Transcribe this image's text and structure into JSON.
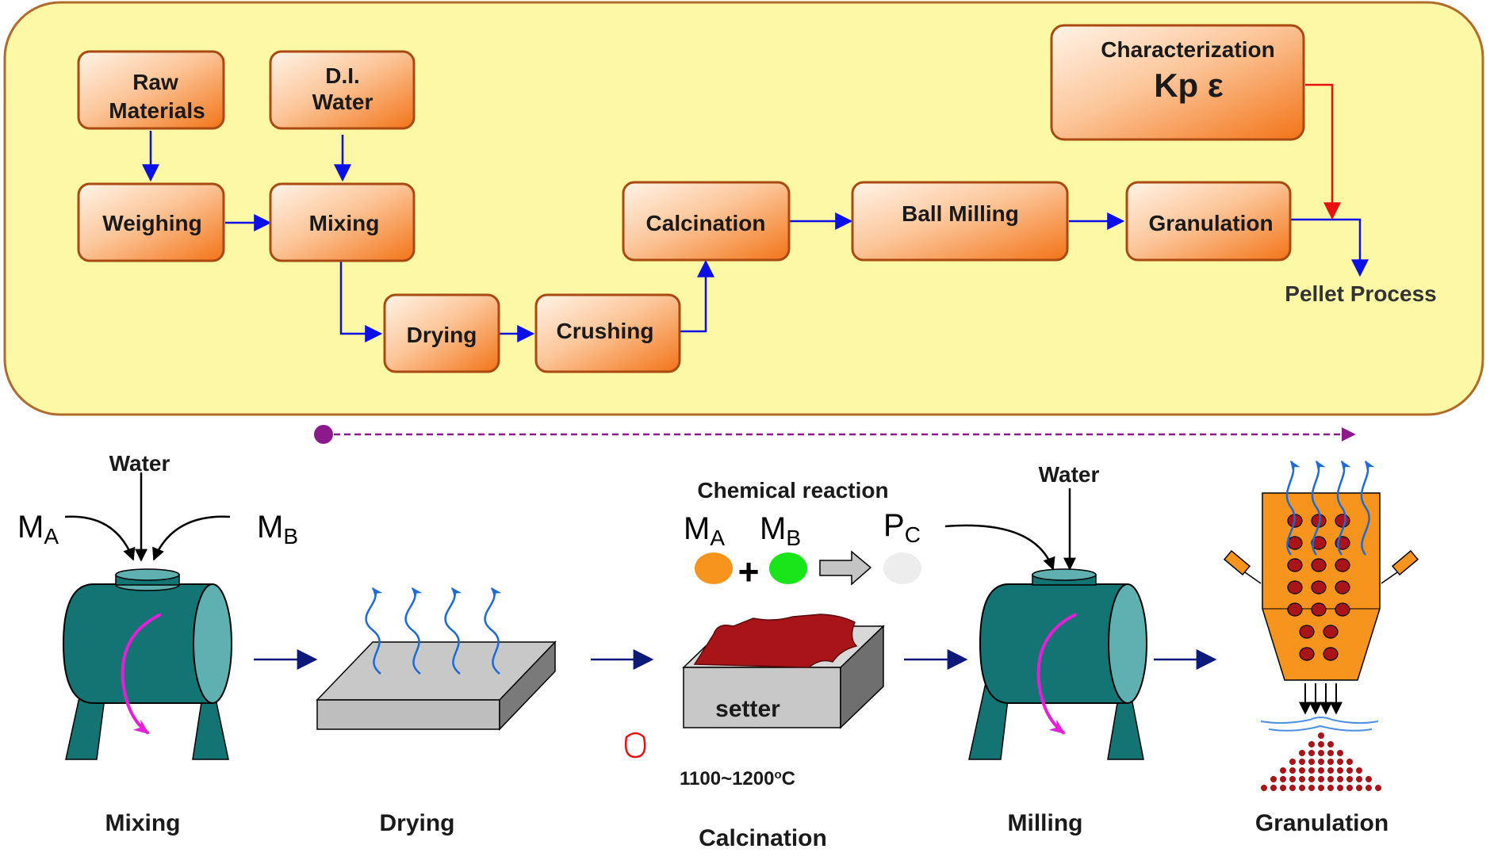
{
  "flowchart": {
    "boxes": {
      "raw_materials": [
        "Raw",
        "Materials"
      ],
      "di_water": [
        "D.I.",
        "Water"
      ],
      "weighing": [
        "Weighing"
      ],
      "mixing": [
        "Mixing"
      ],
      "drying": [
        "Drying"
      ],
      "crushing": [
        "Crushing"
      ],
      "calcination": [
        "Calcination"
      ],
      "ball_milling": [
        "Ball Milling"
      ],
      "granulation": [
        "Granulation"
      ],
      "characterization": [
        "Characterization"
      ]
    },
    "characterization_params": "Kp ε",
    "pellet_process": "Pellet Process"
  },
  "illustration": {
    "mixing": {
      "water": "Water",
      "ma_main": "M",
      "ma_sub": "A",
      "mb_main": "M",
      "mb_sub": "B",
      "caption": "Mixing"
    },
    "drying": {
      "caption": "Drying"
    },
    "calcination": {
      "reaction_title": "Chemical reaction",
      "ma_main": "M",
      "ma_sub": "A",
      "mb_main": "M",
      "mb_sub": "B",
      "plus": "+",
      "pc_main": "P",
      "pc_sub": "C",
      "setter": "setter",
      "temp_main": "1100~1200",
      "temp_sup": "o",
      "temp_unit": "C",
      "caption": "Calcination"
    },
    "milling": {
      "water": "Water",
      "caption": "Milling"
    },
    "granulation": {
      "caption": "Granulation"
    }
  },
  "colors": {
    "panel_bg": "#fdf8a6",
    "panel_border": "#b06a2a",
    "box_border": "#a84a12",
    "arrow_blue": "#0a10e6",
    "arrow_red": "#e81010",
    "arrow_navy": "#0d1a7a",
    "dotted_purple": "#8c1a8c",
    "drum_teal": "#147373",
    "drum_cap": "#5fb0b0",
    "swirl_magenta": "#e61ed8",
    "vapor_blue": "#1e6ad6",
    "orange_particle": "#f7941d",
    "green_particle": "#19e619",
    "product_red": "#a81418",
    "granulator_orange": "#f7941d"
  }
}
